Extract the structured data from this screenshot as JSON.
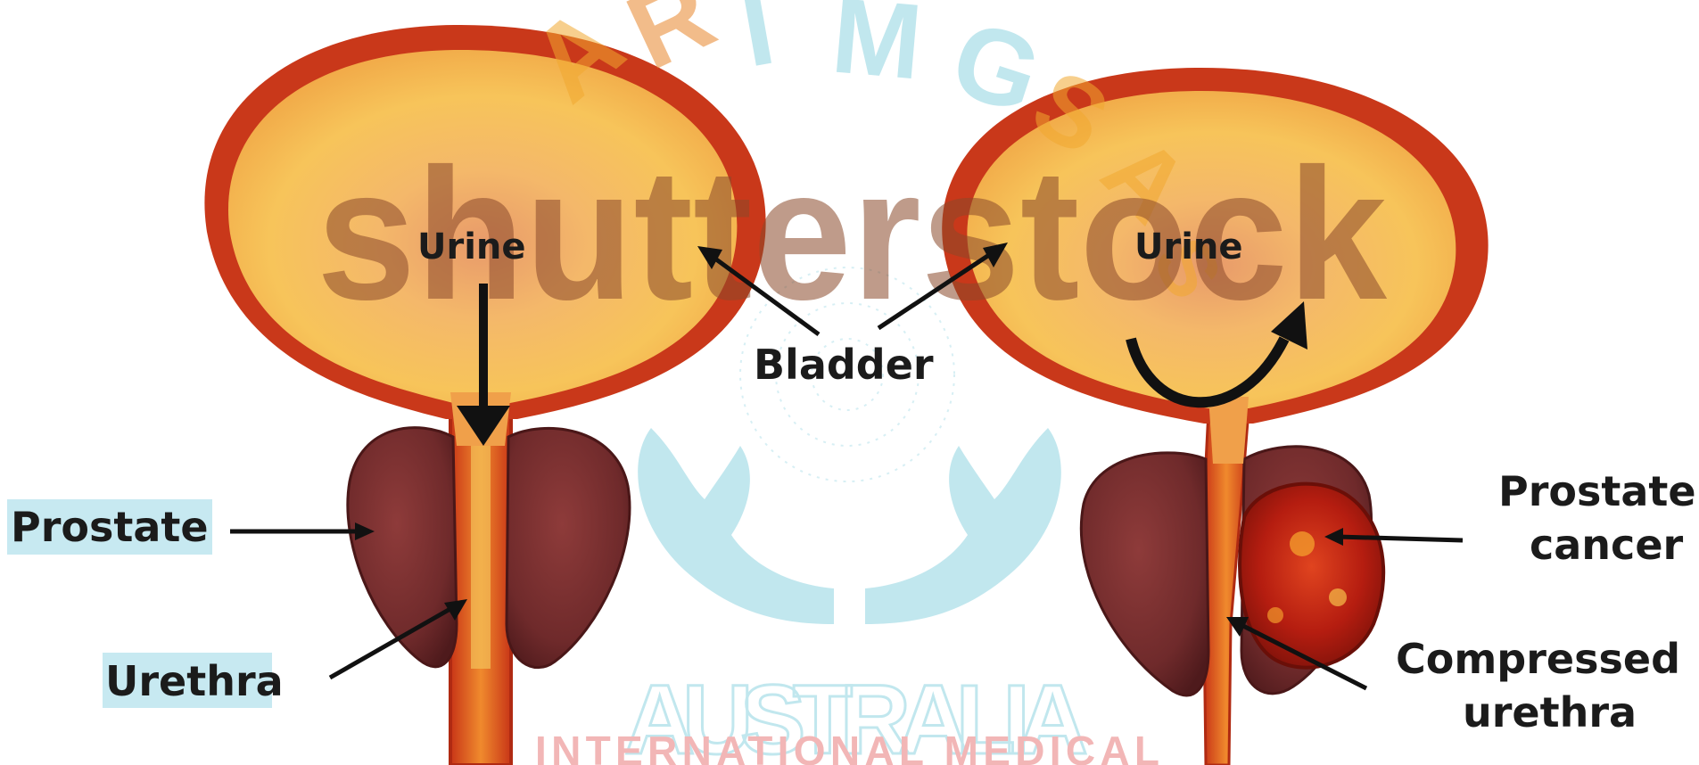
{
  "labels": {
    "urine_left": "Urine",
    "urine_right": "Urine",
    "bladder": "Bladder",
    "prostate": "Prostate",
    "urethra": "Urethra",
    "prostate_cancer_line1": "Prostate",
    "prostate_cancer_line2": "cancer",
    "compressed_urethra_line1": "Compressed",
    "compressed_urethra_line2": "urethra"
  },
  "watermarks": {
    "stock": "shutterstock",
    "arc_letters": [
      "A",
      "R",
      "I",
      "M",
      "G",
      "S",
      "A",
      "S"
    ],
    "australia": "AUSTRALIA",
    "bottom_arc": "INTERNATIONAL MEDICAL"
  },
  "colors": {
    "bladder_wall": "#c9381a",
    "bladder_inner": "#f6c45e",
    "prostate": "#7a2f2e",
    "urethra": "#d9421a",
    "tumor": "#b81d0c",
    "watermark_blue": "#8fd3e0",
    "watermark_brown": "#8a4a2a",
    "label_highlight": "#c7e9f1"
  }
}
